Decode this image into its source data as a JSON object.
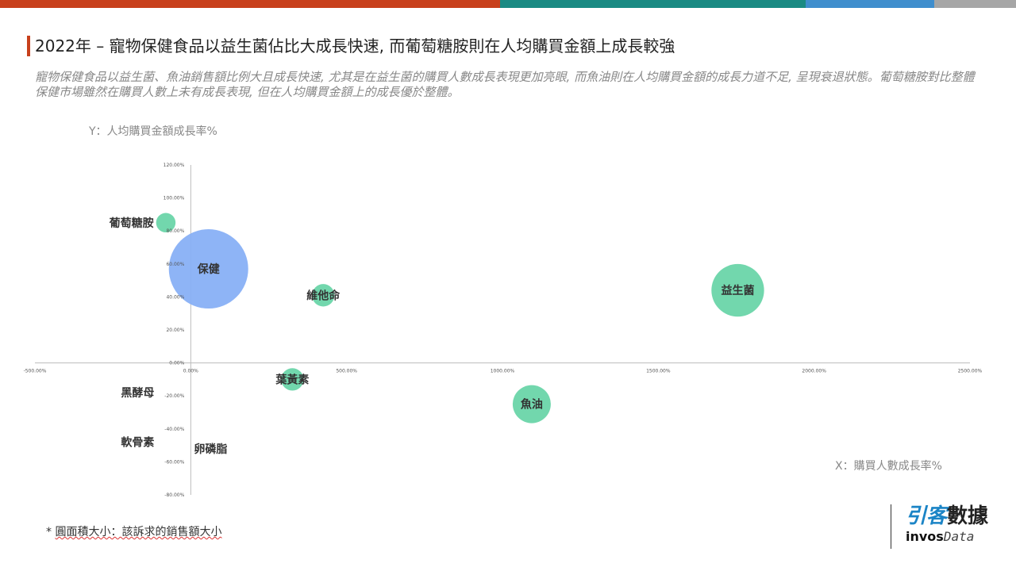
{
  "top_bar_colors": [
    "#c8401c",
    "#1a8a83",
    "#3f8ecd",
    "#a6a6a6"
  ],
  "title": "2022年 – 寵物保健食品以益生菌佔比大成長快速, 而葡萄糖胺則在人均購買金額上成長較強",
  "subtitle": "寵物保健食品以益生菌、魚油銷售額比例大且成長快速, 尤其是在益生菌的購買人數成長表現更加亮眼, 而魚油則在人均購買金額的成長力道不足, 呈現衰退狀態。葡萄糖胺對比整體保健市場雖然在購買人數上未有成長表現, 但在人均購買金額上的成長優於整體。",
  "footnote": {
    "star": "*",
    "text": "圓面積大小：該訴求的銷售額大小"
  },
  "logo": {
    "cn_a": "引客",
    "cn_b": "數據",
    "en_bold": "invos",
    "en_italic": "Data"
  },
  "chart_data": {
    "type": "scatter",
    "subtype": "bubble",
    "xlabel": "X：購買人數成長率%",
    "ylabel": "Y：人均購買金額成長率%",
    "xlim": [
      -500,
      2500
    ],
    "ylim": [
      -80,
      120
    ],
    "xticks": [
      "-500.00%",
      "0.00%",
      "500.00%",
      "1000.00%",
      "1500.00%",
      "2000.00%",
      "2500.00%"
    ],
    "xtick_values": [
      -500,
      0,
      500,
      1000,
      1500,
      2000,
      2500
    ],
    "yticks": [
      "120.00%",
      "100.00%",
      "80.00%",
      "60.00%",
      "40.00%",
      "20.00%",
      "0.00%",
      "-20.00%",
      "-40.00%",
      "-60.00%",
      "-80.00%"
    ],
    "ytick_values": [
      120,
      100,
      80,
      60,
      40,
      20,
      0,
      -20,
      -40,
      -60,
      -80
    ],
    "grid": false,
    "colors": {
      "overall": "#84aef5",
      "segment": "#66d4a6"
    },
    "points": [
      {
        "label": "保健",
        "x": 57,
        "y": 57,
        "size": 100,
        "group": "overall"
      },
      {
        "label": "葡萄糖胺",
        "x": -80,
        "y": 85,
        "size": 6,
        "group": "segment"
      },
      {
        "label": "維他命",
        "x": 425,
        "y": 41,
        "size": 8,
        "group": "segment"
      },
      {
        "label": "益生菌",
        "x": 1755,
        "y": 44,
        "size": 44,
        "group": "segment"
      },
      {
        "label": "葉黃素",
        "x": 326,
        "y": -10,
        "size": 8,
        "group": "segment"
      },
      {
        "label": "魚油",
        "x": 1094,
        "y": -25,
        "size": 23,
        "group": "segment"
      },
      {
        "label": "黑酵母",
        "x": -88,
        "y": -18,
        "size": 0,
        "group": "segment"
      },
      {
        "label": "軟骨素",
        "x": -88,
        "y": -48,
        "size": 0,
        "group": "segment"
      },
      {
        "label": "卵磷脂",
        "x": 15,
        "y": -52,
        "size": 0,
        "group": "segment"
      }
    ]
  }
}
